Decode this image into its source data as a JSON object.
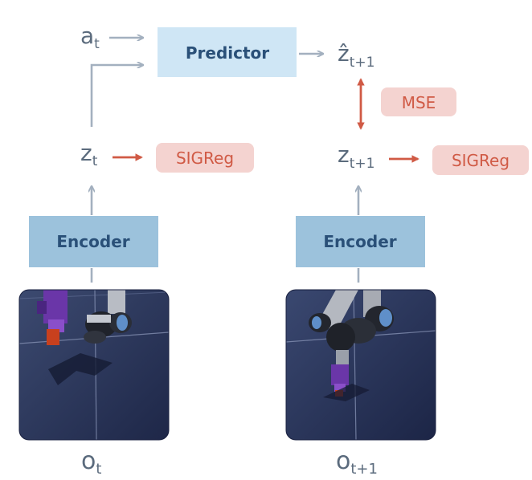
{
  "variables": {
    "a_t": {
      "base": "a",
      "sub": "t"
    },
    "z_t": {
      "base": "z",
      "sub": "t"
    },
    "z_hat_t1": {
      "base": "ẑ",
      "sub": "t+1"
    },
    "z_t1": {
      "base": "z",
      "sub": "t+1"
    },
    "o_t": {
      "base": "o",
      "sub": "t"
    },
    "o_t1": {
      "base": "o",
      "sub": "t+1"
    }
  },
  "blocks": {
    "predictor": "Predictor",
    "encoder_left": "Encoder",
    "encoder_right": "Encoder"
  },
  "losses": {
    "sigreg_left": "SIGReg",
    "mse": "MSE",
    "sigreg_right": "SIGReg"
  },
  "colors": {
    "arrow_gray": "#a3b0bf",
    "arrow_red": "#d05a45",
    "predictor_fill": "#cfe6f5",
    "encoder_fill": "#9cc2dc",
    "loss_fill": "#f4d3d0",
    "label_blue": "#2a5078",
    "variable_gray": "#5b6b7d"
  },
  "images": {
    "left": "robot-arm-camera-frame",
    "right": "robot-arm-camera-frame"
  }
}
